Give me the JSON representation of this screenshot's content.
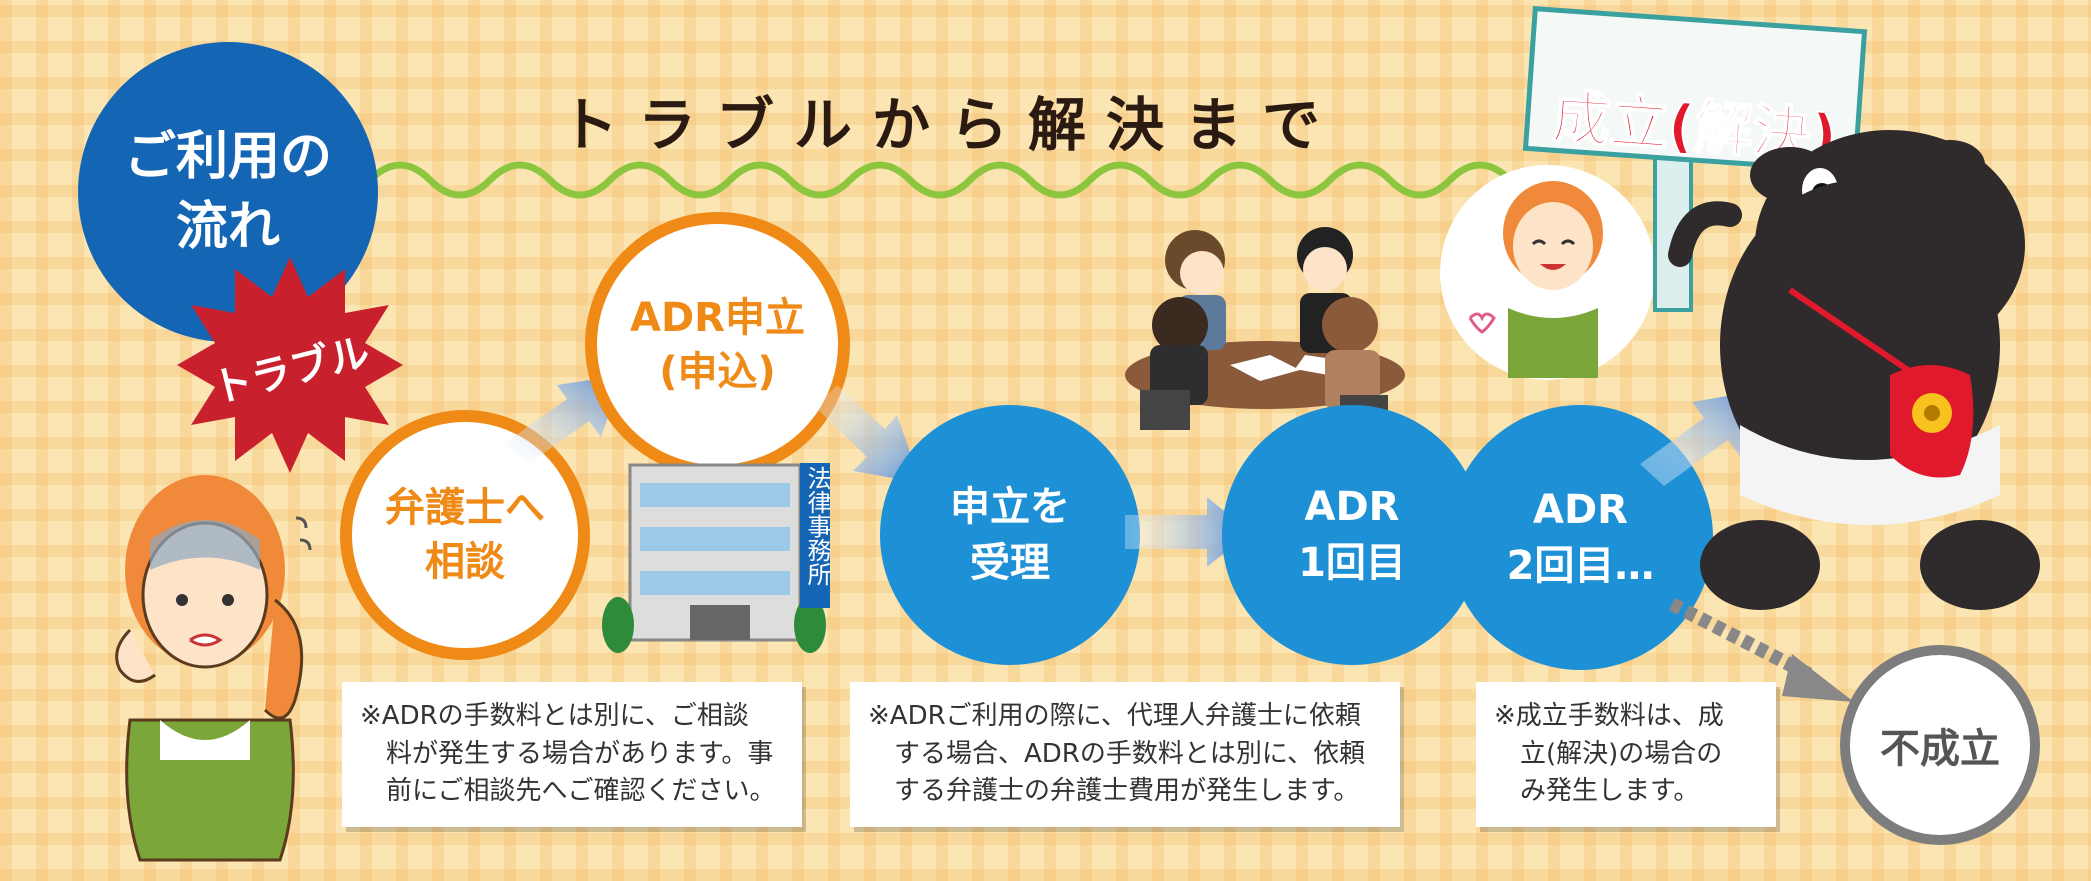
{
  "header": {
    "flow_badge": "ご利用の\n流れ",
    "title": "トラブルから解決まで"
  },
  "steps": {
    "trouble": "トラブル",
    "consult": "弁護士へ\n相談",
    "apply": "ADR申立\n(申込)",
    "accept": "申立を\n受理",
    "round1": "ADR\n1回目",
    "round2": "ADR\n2回目…",
    "success": "成立(解決)",
    "fail": "不成立"
  },
  "building_sign": "法律事務所",
  "notes": [
    "※ADRの手数料とは別に、ご相談\n　料が発生する場合があります。事\n　前にご相談先へご確認ください。",
    "※ADRご利用の際に、代理人弁護士に依頼\n　する場合、ADRの手数料とは別に、依頼\n　する弁護士の弁護士費用が発生します。",
    "※成立手数料は、成\n　立(解決)の場合の\n　み発生します。"
  ],
  "colors": {
    "orange": "#ef8a17",
    "blue": "#1e90d6",
    "navy": "#1466b4",
    "red": "#c8202d",
    "green_wave": "#8cc63f",
    "grey": "#7d7d7d"
  }
}
